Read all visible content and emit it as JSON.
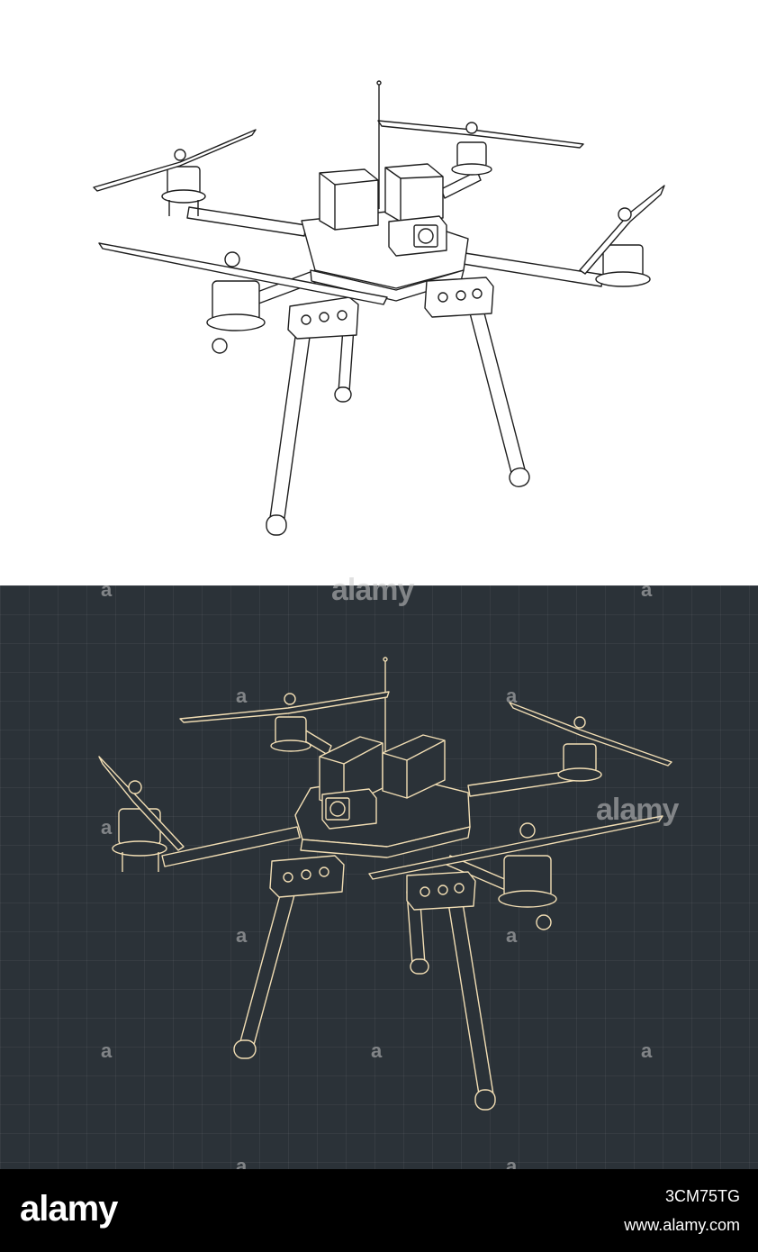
{
  "watermark": {
    "brand": "alamy",
    "letter": "a"
  },
  "footer": {
    "logo": "alamy",
    "image_id": "3CM75TG",
    "url": "www.alamy.com"
  },
  "colors": {
    "top_background": "#ffffff",
    "top_line": "#1e1e1e",
    "bottom_background": "#2b3238",
    "bottom_line": "#f2deb4",
    "footer_background": "#000000"
  }
}
